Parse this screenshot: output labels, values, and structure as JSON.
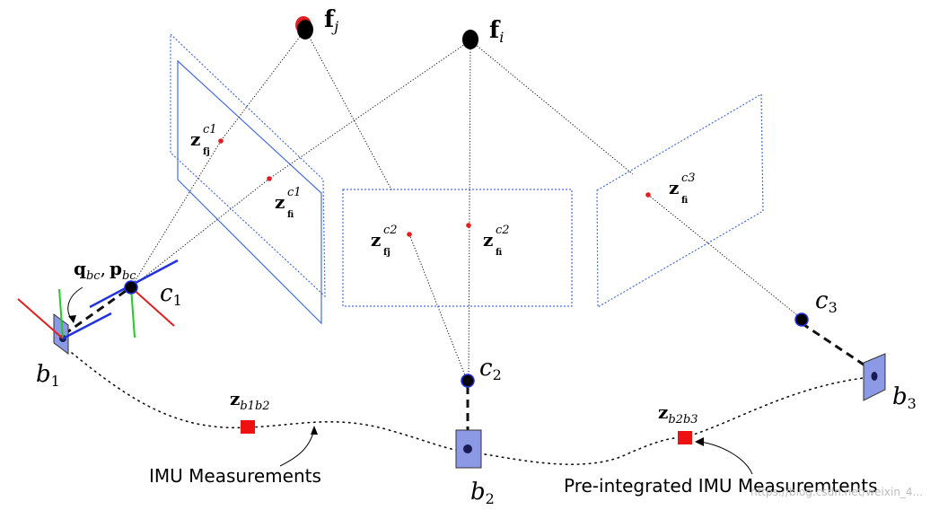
{
  "features": {
    "fj": {
      "base": "f",
      "sub": "j"
    },
    "fi": {
      "base": "f",
      "sub": "i"
    }
  },
  "cameras": {
    "c1": {
      "base": "c",
      "sub": "1"
    },
    "c2": {
      "base": "c",
      "sub": "2"
    },
    "c3": {
      "base": "c",
      "sub": "3"
    }
  },
  "bodies": {
    "b1": {
      "base": "b",
      "sub": "1"
    },
    "b2": {
      "base": "b",
      "sub": "2"
    },
    "b3": {
      "base": "b",
      "sub": "3"
    }
  },
  "observations": {
    "z_c1_fj": {
      "base": "z",
      "sup": "c1",
      "sub": "fj"
    },
    "z_c1_fi": {
      "base": "z",
      "sup": "c1",
      "sub": "fi"
    },
    "z_c2_fj": {
      "base": "z",
      "sup": "c2",
      "sub": "fj"
    },
    "z_c2_fi": {
      "base": "z",
      "sup": "c2",
      "sub": "fi"
    },
    "z_c3_fi": {
      "base": "z",
      "sup": "c3",
      "sub": "fi"
    }
  },
  "extrinsic": {
    "q": "q",
    "q_sub": "bc",
    "comma": ",",
    "p": "p",
    "p_sub": "bc"
  },
  "imu_factors": {
    "z_b1b2": {
      "base": "z",
      "sub": "b1b2"
    },
    "z_b2b3": {
      "base": "z",
      "sub": "b2b3"
    }
  },
  "captions": {
    "imu": "IMU Measurements",
    "preintegrated": "Pre-integrated IMU Measuremtents"
  },
  "watermark": "https://blog.csdn.net/weixin_4...",
  "colors": {
    "frame": "#4a6fd6",
    "feature_dot": "#000000",
    "observation_dot": "#e02020",
    "imu_factor": "#ee1111",
    "axis_x": "#e02020",
    "axis_y": "#22cc22",
    "axis_z": "#2233dd",
    "body_box": "#8c9ae6"
  }
}
